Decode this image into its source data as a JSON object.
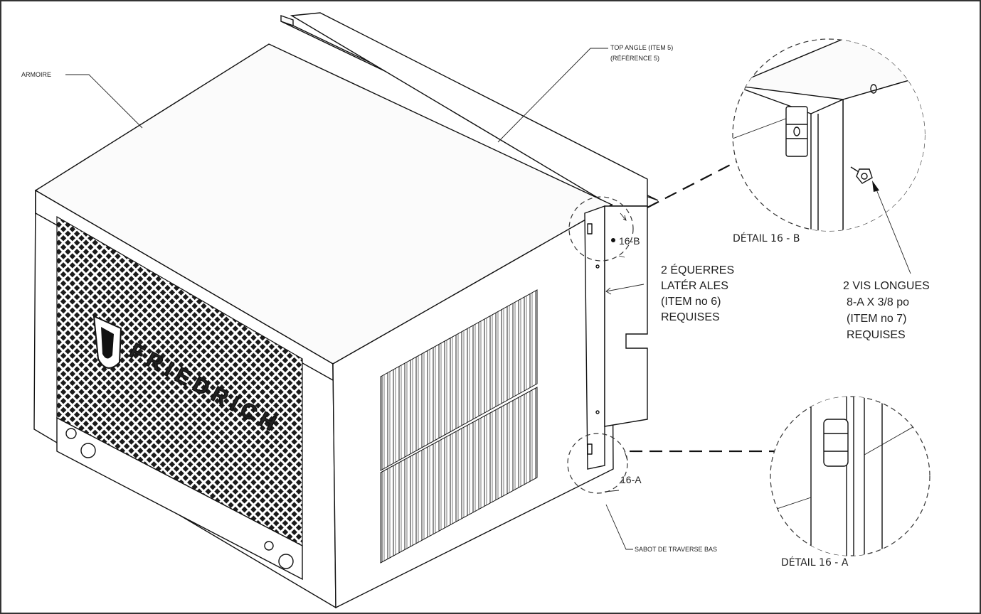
{
  "labels": {
    "armoire": "ARMOIRE",
    "top_angle_line1": "TOP ANGLE (ITEM 5)",
    "top_angle_line2": "(RÉFÉRENCE 5)",
    "callout_16b": "16-B",
    "callout_16a": "16-A",
    "side_brackets": [
      "2 ÉQUERRES",
      "LATÉR ALES",
      "(ITEM no 6)",
      "REQUISES"
    ],
    "screws": [
      "2 VIS LONGUES",
      "8-A X 3/8 po",
      "(ITEM no 7)",
      "REQUISES"
    ],
    "detail_b": "DÉTAIL 16 - B",
    "detail_a": "DÉTAIL 16 - A",
    "bottom_rail": "SABOT DE TRAVERSE BAS",
    "brand": "FRIEDRICH"
  },
  "icons": {
    "logo": "shield-logo-icon"
  }
}
